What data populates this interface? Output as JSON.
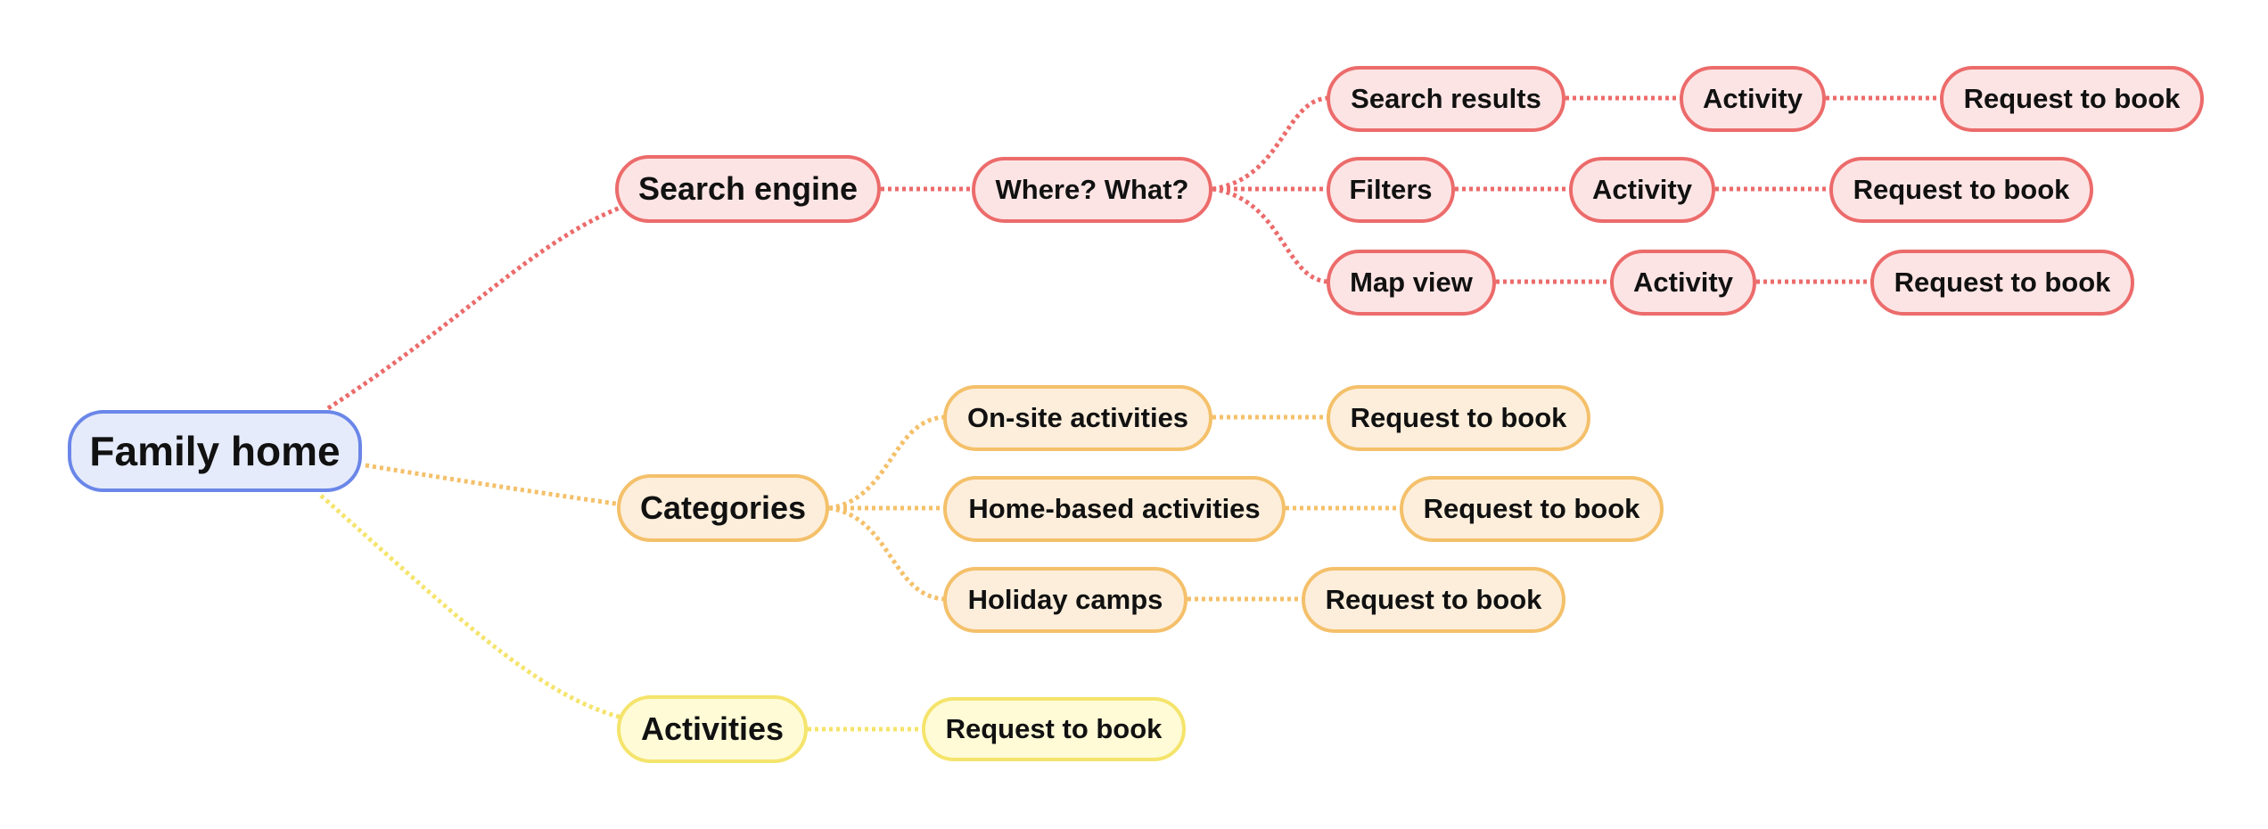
{
  "colors": {
    "root": "#6a86e8",
    "red": "#ec6b6b",
    "orange": "#f4c06a",
    "yellow": "#f5e46c"
  },
  "nodes": {
    "root": "Family home",
    "search_engine": "Search engine",
    "where_what": "Where? What?",
    "search_results": "Search results",
    "filters": "Filters",
    "map_view": "Map view",
    "activity_1": "Activity",
    "activity_2": "Activity",
    "activity_3": "Activity",
    "book_1": "Request to book",
    "book_2": "Request to book",
    "book_3": "Request to book",
    "categories": "Categories",
    "onsite": "On-site activities",
    "homebased": "Home-based activities",
    "holiday": "Holiday camps",
    "book_4": "Request to book",
    "book_5": "Request to book",
    "book_6": "Request to book",
    "activities": "Activities",
    "book_7": "Request to book"
  }
}
